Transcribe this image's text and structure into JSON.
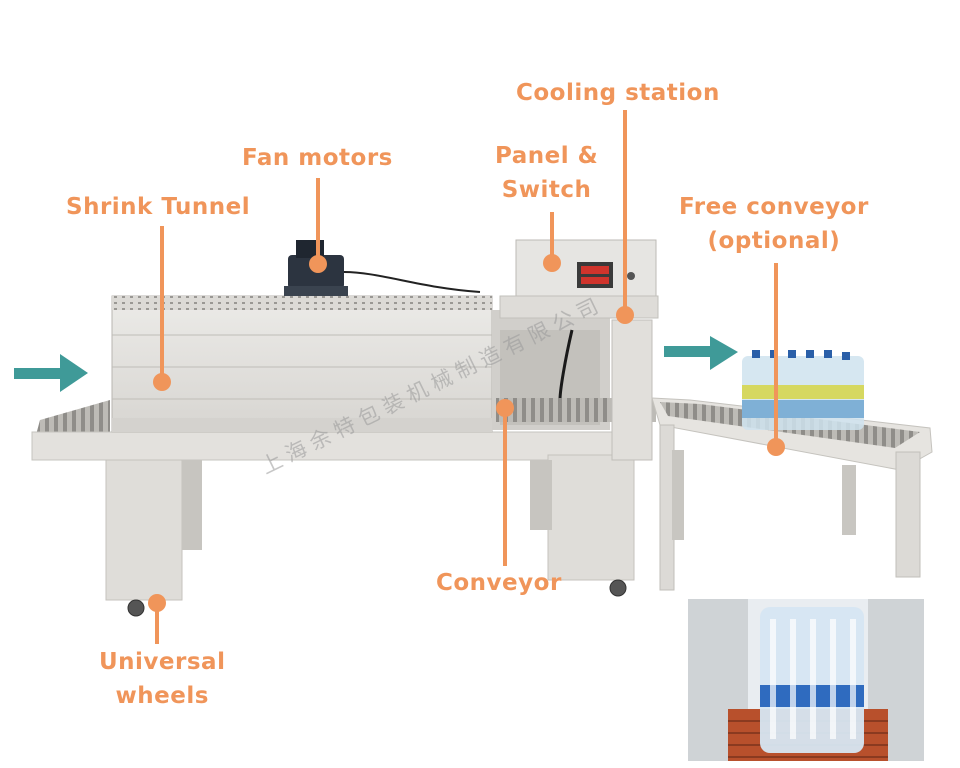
{
  "labels": {
    "shrink_tunnel": "Shrink Tunnel",
    "fan_motors": "Fan motors",
    "cooling_station": "Cooling station",
    "panel_switch_line1": "Panel &",
    "panel_switch_line2": "Switch",
    "free_conveyor_line1": "Free conveyor",
    "free_conveyor_line2": "(optional)",
    "conveyor": "Conveyor",
    "universal_wheels_line1": "Universal",
    "universal_wheels_line2": "wheels"
  },
  "watermark": "上海余特包装机械制造有限公司",
  "colors": {
    "callout": "#f0955a",
    "arrow": "#3f9a98",
    "machine_body": "#e4e2de",
    "machine_shadow": "#c9c7c2",
    "roller": "#9c9a96",
    "display_red": "#d0342c"
  },
  "icons": {
    "infeed_arrow": "arrow-right-icon",
    "free_conveyor_arrow": "arrow-right-icon"
  }
}
